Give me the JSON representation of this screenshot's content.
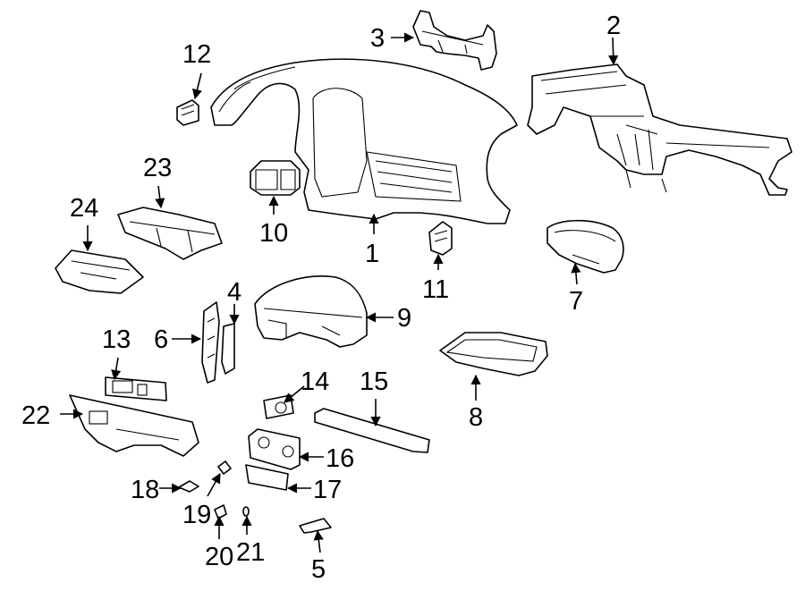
{
  "diagram": {
    "parts": [
      {
        "id": "1",
        "label": "1"
      },
      {
        "id": "2",
        "label": "2"
      },
      {
        "id": "3",
        "label": "3"
      },
      {
        "id": "4",
        "label": "4"
      },
      {
        "id": "5",
        "label": "5"
      },
      {
        "id": "6",
        "label": "6"
      },
      {
        "id": "7",
        "label": "7"
      },
      {
        "id": "8",
        "label": "8"
      },
      {
        "id": "9",
        "label": "9"
      },
      {
        "id": "10",
        "label": "10"
      },
      {
        "id": "11",
        "label": "11"
      },
      {
        "id": "12",
        "label": "12"
      },
      {
        "id": "13",
        "label": "13"
      },
      {
        "id": "14",
        "label": "14"
      },
      {
        "id": "15",
        "label": "15"
      },
      {
        "id": "16",
        "label": "16"
      },
      {
        "id": "17",
        "label": "17"
      },
      {
        "id": "18",
        "label": "18"
      },
      {
        "id": "19",
        "label": "19"
      },
      {
        "id": "20",
        "label": "20"
      },
      {
        "id": "21",
        "label": "21"
      },
      {
        "id": "22",
        "label": "22"
      },
      {
        "id": "23",
        "label": "23"
      },
      {
        "id": "24",
        "label": "24"
      }
    ]
  }
}
